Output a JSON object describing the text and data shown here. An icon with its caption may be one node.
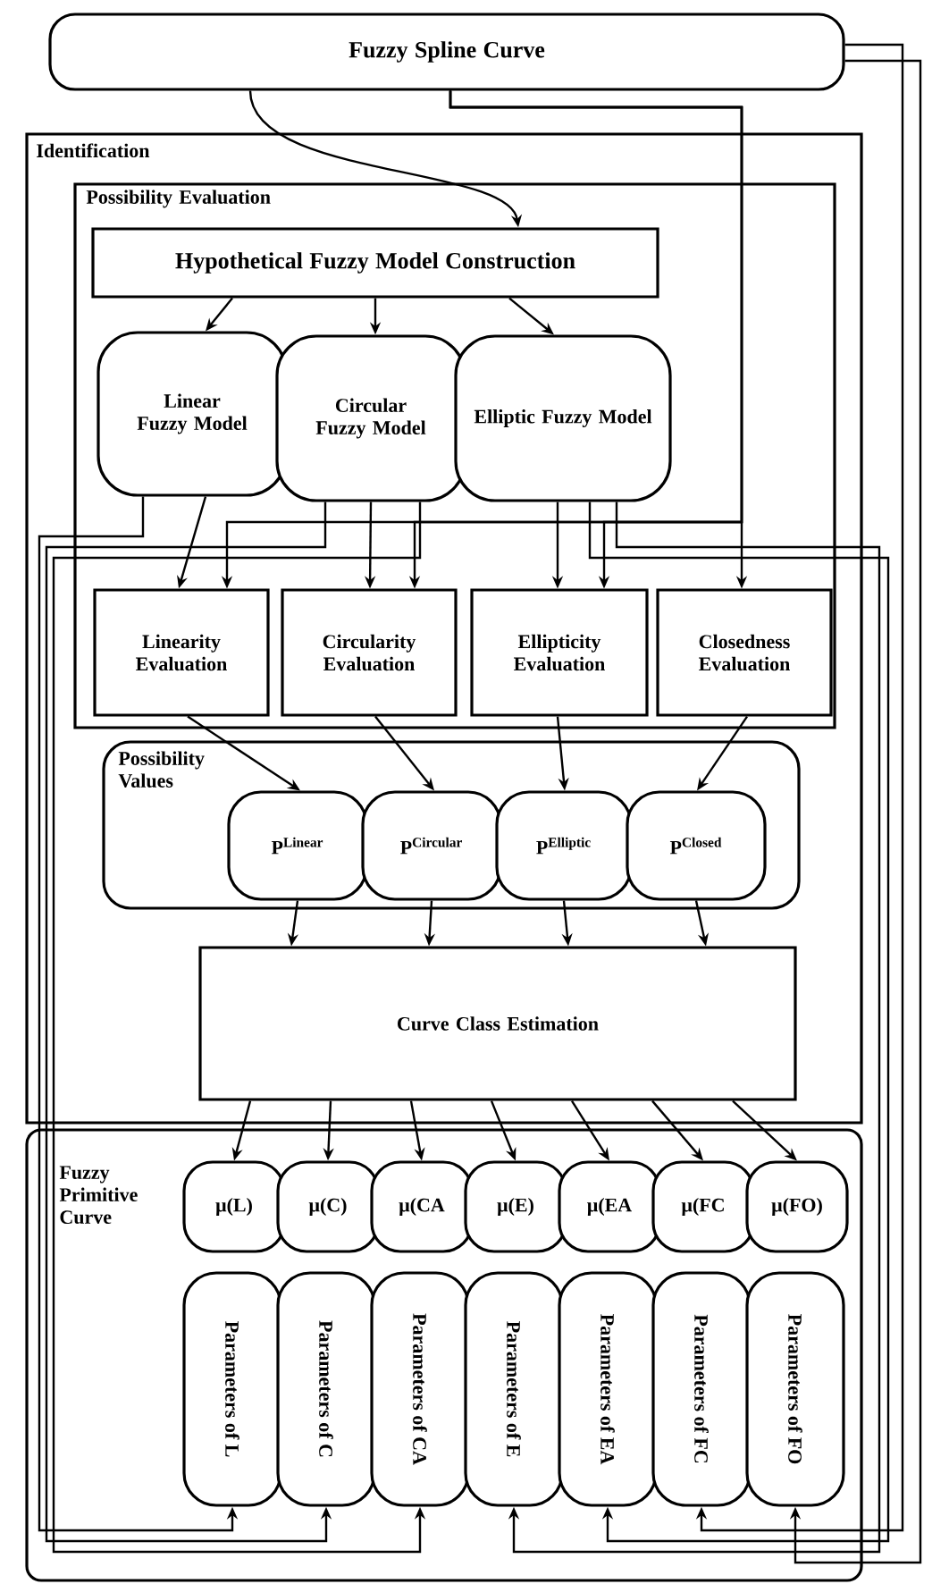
{
  "diagram": {
    "nodes": [
      {
        "text": [
          "Fuzzy Spline Curve"
        ]
      },
      {
        "text": [
          "Identification"
        ]
      },
      {
        "text": [
          "Possibility Evaluation"
        ],
        "in": 1
      },
      {
        "text": [
          "Hypothetical Fuzzy Model Construction"
        ],
        "in": 2
      },
      {
        "text": [
          "Linear Fuzzy Model"
        ],
        "in": 2
      },
      {
        "text": [
          "Circular Fuzzy Model"
        ],
        "in": 2
      },
      {
        "text": [
          "Elliptic Fuzzy Model"
        ],
        "in": 2
      },
      {
        "text": [
          "Linearity Evaluation"
        ],
        "in": 2
      },
      {
        "text": [
          "Circularity Evaluation"
        ],
        "in": 2
      },
      {
        "text": [
          "Ellipticity Evaluation"
        ],
        "in": 2
      },
      {
        "text": [
          "Closedness Evaluation"
        ],
        "in": 2
      },
      {
        "text": [
          "Possibility Values"
        ],
        "in": 1
      },
      {
        "text": [
          "P$^{Linear}$"
        ],
        "in": 11
      },
      {
        "text": [
          "P$^{Circular}$"
        ],
        "in": 11
      },
      {
        "text": [
          "P$^{Elliptic}$"
        ],
        "in": 11
      },
      {
        "text": [
          "P$^{Closed}$"
        ],
        "in": 11
      },
      {
        "text": [
          "Curve Class Estimation"
        ],
        "in": 1
      },
      {
        "text": [
          "Fuzzy Primitive Curve"
        ]
      },
      {
        "text": [
          "μ(L)"
        ],
        "in": 17
      },
      {
        "text": [
          "μ(C)"
        ],
        "in": 17
      },
      {
        "text": [
          "μ(CA"
        ],
        "in": 17
      },
      {
        "text": [
          "μ(E)"
        ],
        "in": 17
      },
      {
        "text": [
          "μ(EA"
        ],
        "in": 17
      },
      {
        "text": [
          "μ(FC"
        ],
        "in": 17
      },
      {
        "text": [
          "μ(FO)"
        ],
        "in": 17
      },
      {
        "text": [
          "Parameters of L"
        ],
        "in": 17
      },
      {
        "text": [
          "Parameters of C"
        ],
        "in": 17
      },
      {
        "text": [
          "Parameters of CA"
        ],
        "in": 17
      },
      {
        "text": [
          "Parameters of E"
        ],
        "in": 17
      },
      {
        "text": [
          "Parameters of EA"
        ],
        "in": 17
      },
      {
        "text": [
          "Parameters of FC"
        ],
        "in": 17
      },
      {
        "text": [
          "Parameters of FO"
        ],
        "in": 17
      }
    ],
    "edges": [
      {
        "from": 0,
        "to": 3,
        "arrow": "to"
      },
      {
        "from": 0,
        "to": 10,
        "arrow": "to"
      },
      {
        "from": 0,
        "to": 7,
        "arrow": "to"
      },
      {
        "from": 0,
        "to": 8,
        "arrow": "to"
      },
      {
        "from": 0,
        "to": 9,
        "arrow": "to"
      },
      {
        "from": 3,
        "to": 4,
        "arrow": "to"
      },
      {
        "from": 3,
        "to": 5,
        "arrow": "to"
      },
      {
        "from": 3,
        "to": 6,
        "arrow": "to"
      },
      {
        "from": 4,
        "to": 7,
        "arrow": "to"
      },
      {
        "from": 5,
        "to": 8,
        "arrow": "to"
      },
      {
        "from": 6,
        "to": 9,
        "arrow": "to"
      },
      {
        "from": 7,
        "to": 12,
        "arrow": "to"
      },
      {
        "from": 8,
        "to": 13,
        "arrow": "to"
      },
      {
        "from": 9,
        "to": 14,
        "arrow": "to"
      },
      {
        "from": 10,
        "to": 15,
        "arrow": "to"
      },
      {
        "from": 12,
        "to": 16,
        "arrow": "to"
      },
      {
        "from": 13,
        "to": 16,
        "arrow": "to"
      },
      {
        "from": 14,
        "to": 16,
        "arrow": "to"
      },
      {
        "from": 15,
        "to": 16,
        "arrow": "to"
      },
      {
        "from": 16,
        "to": 18,
        "arrow": "to"
      },
      {
        "from": 16,
        "to": 19,
        "arrow": "to"
      },
      {
        "from": 16,
        "to": 20,
        "arrow": "to"
      },
      {
        "from": 16,
        "to": 21,
        "arrow": "to"
      },
      {
        "from": 16,
        "to": 22,
        "arrow": "to"
      },
      {
        "from": 16,
        "to": 23,
        "arrow": "to"
      },
      {
        "from": 16,
        "to": 24,
        "arrow": "to"
      },
      {
        "from": 4,
        "to": 25,
        "arrow": "to"
      },
      {
        "from": 5,
        "to": 26,
        "arrow": "to"
      },
      {
        "from": 5,
        "to": 27,
        "arrow": "to"
      },
      {
        "from": 6,
        "to": 28,
        "arrow": "to"
      },
      {
        "from": 6,
        "to": 29,
        "arrow": "to"
      },
      {
        "from": 0,
        "to": 30,
        "arrow": "to"
      },
      {
        "from": 0,
        "to": 31,
        "arrow": "to"
      }
    ]
  }
}
